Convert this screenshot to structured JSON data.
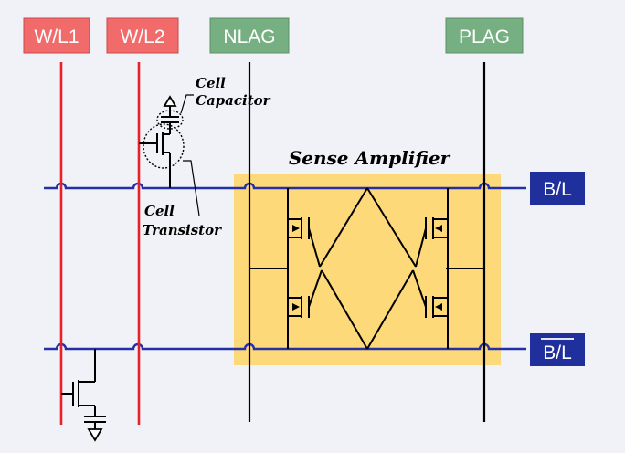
{
  "labels": {
    "wl1": "W/L1",
    "wl2": "W/L2",
    "nlag": "NLAG",
    "plag": "PLAG",
    "bl": "B/L",
    "blb": "B/L",
    "sense_amp": "Sense Amplifier",
    "cell_cap_line1": "Cell",
    "cell_cap_line2": "Capacitor",
    "cell_tr_line1": "Cell",
    "cell_tr_line2": "Transistor"
  },
  "colors": {
    "background": "#f0f2f7",
    "word_line": "#e8202a",
    "bit_line": "#2430a8",
    "wl_tag": "#f26b6b",
    "lag_tag": "#76b082",
    "bl_tag": "#1f2f9c",
    "sense_amp_box": "#fdd97a",
    "wire": "#000000",
    "tag_text": "#ffffff"
  }
}
